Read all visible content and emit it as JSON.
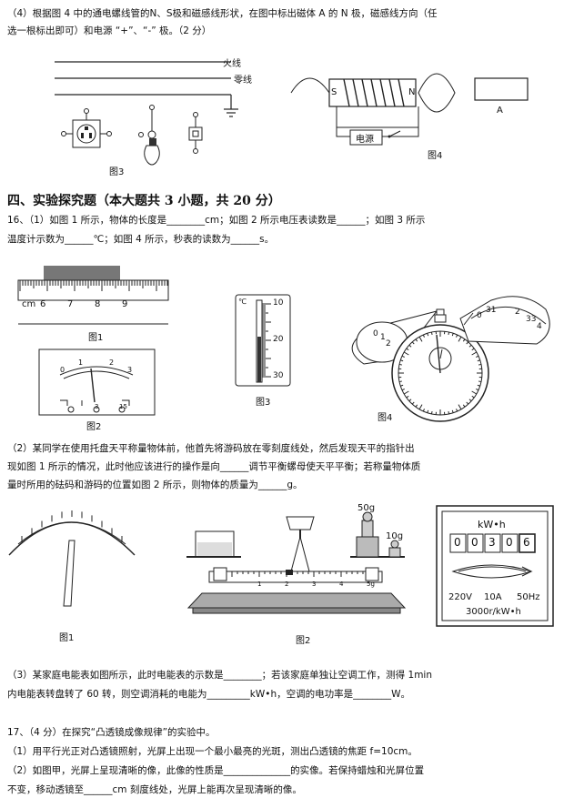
{
  "q4_item": {
    "line1": "（4）根据图 4 中的通电螺线管的N、S极和磁感线形状，在图中标出磁体 A 的 N 极，磁感线方向（任",
    "line2": "选一根标出即可）和电源 “+”、“-” 极。（2 分）"
  },
  "fig3": {
    "live_wire": "火线",
    "neutral_wire": "零线",
    "caption": "图3"
  },
  "fig4": {
    "s_pole": "S",
    "n_pole": "N",
    "magnet_label": "A",
    "power_label": "电源",
    "caption": "图4"
  },
  "section4": {
    "heading": "四、实验探究题（本大题共 3 小题，共 20 分）"
  },
  "q16": {
    "p1_line1": "16、（1）如图 1 所示，物体的长度是________cm；如图 2 所示电压表读数是______；如图 3 所示",
    "p1_line2": "温度计示数为______℃；如图 4 所示，秒表的读数为______s。",
    "ruler_labels": [
      "cm",
      "6",
      "7",
      "8",
      "9"
    ],
    "ruler_caption": "图1",
    "voltmeter_scale": [
      "0",
      "1",
      "2",
      "3"
    ],
    "voltmeter_terminals": [
      "3",
      "15"
    ],
    "voltmeter_caption": "图2",
    "thermo_unit": "℃",
    "thermo_labels": [
      "10",
      "20",
      "30"
    ],
    "thermo_caption": "图3",
    "stopwatch_small_dial": [
      "0",
      "1",
      "2"
    ],
    "stopwatch_big_dial": [
      "0",
      "31",
      "2",
      "33",
      "4"
    ],
    "stopwatch_caption": "图4",
    "p2_line1": "（2）某同学在使用托盘天平称量物体前，他首先将游码放在零刻度线处，然后发现天平的指针出",
    "p2_line2": "现如图 1 所示的情况，此时他应该进行的操作是向______调节平衡螺母使天平平衡；若称量物体质",
    "p2_line3": "量时所用的砝码和游码的位置如图 2 所示，则物体的质量为______g。",
    "balance_scale_caption": "图1",
    "balance_weight_50": "50g",
    "balance_weight_10": "10g",
    "balance_rider_marks": [
      "1",
      "2",
      "3",
      "4",
      "5g"
    ],
    "balance_caption": "图2",
    "p3_line1": "（3）某家庭电能表如图所示，此时电能表的示数是________；若该家庭单独让空调工作，测得 1min",
    "p3_line2": "内电能表转盘转了 60 转，则空调消耗的电能为_________kW•h，空调的电功率是________W。"
  },
  "meter": {
    "unit": "kW•h",
    "digits": [
      "0",
      "0",
      "3",
      "0",
      "6"
    ],
    "voltage": "220V",
    "current": "10A",
    "frequency": "50Hz",
    "rate": "3000r/kW•h"
  },
  "q17": {
    "line1": "17、（4 分）在探究“凸透镜成像规律”的实验中。",
    "line2": "（1）用平行光正对凸透镜照射，光屏上出现一个最小最亮的光斑，测出凸透镜的焦距 f=10cm。",
    "line3": "（2）如图甲，光屏上呈现清晰的像，此像的性质是______________的实像。若保持蜡烛和光屏位置",
    "line4": "不变，移动透镜至______cm 刻度线处，光屏上能再次呈现清晰的像。"
  }
}
